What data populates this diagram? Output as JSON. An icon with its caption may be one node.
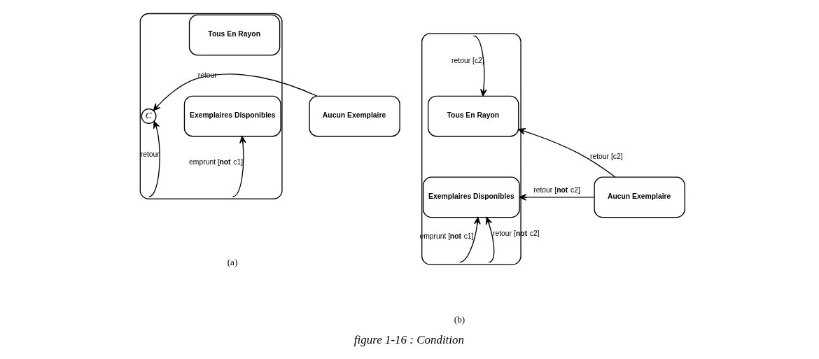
{
  "diagram": {
    "caption": "figure 1-16 : Condition",
    "nodes": [
      {
        "text": [],
        "shape": "box"
      },
      {
        "text": [
          "Tous En Rayon"
        ],
        "in": 0
      },
      {
        "text": [
          "Exemplaires Disponibles"
        ],
        "in": 0
      },
      {
        "text": [
          "C"
        ],
        "in": 0
      },
      {
        "text": [
          "Aucun Exemplaire"
        ]
      },
      {
        "text": [],
        "shape": "box"
      },
      {
        "text": [
          "Tous En Rayon"
        ],
        "in": 5
      },
      {
        "text": [
          "Exemplaires Disponibles"
        ],
        "in": 5
      },
      {
        "text": [
          "Aucun Exemplaire"
        ]
      }
    ],
    "edges": [
      {
        "from": 4,
        "to": 3,
        "arrow": "to",
        "label": "retour"
      },
      {
        "from": 0,
        "to": 2,
        "arrow": "to",
        "label": "emprunt [**not** c1]"
      },
      {
        "from": 0,
        "to": 3,
        "arrow": "to",
        "label": "retour"
      },
      {
        "from": 5,
        "to": 6,
        "arrow": "to",
        "label": "retour [c2]"
      },
      {
        "from": 8,
        "to": 6,
        "arrow": "to",
        "label": "retour [c2]"
      },
      {
        "from": 8,
        "to": 7,
        "arrow": "to",
        "label": "retour [**not** c2]"
      },
      {
        "from": 5,
        "to": 7,
        "arrow": "to",
        "label": "emprunt [**not** c1]"
      },
      {
        "from": 5,
        "to": 7,
        "arrow": "to",
        "label": "retour [**not** c2]"
      }
    ],
    "labels": [
      "(a)",
      "(b)"
    ]
  }
}
